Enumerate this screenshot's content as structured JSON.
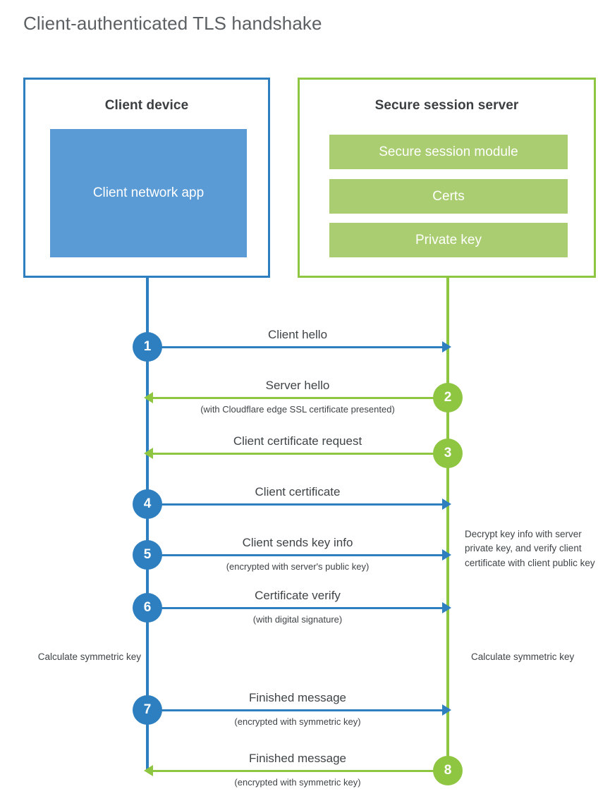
{
  "title": "Client-authenticated TLS handshake",
  "colors": {
    "blue": "#2e7fc0",
    "blue_fill": "#5b9bd5",
    "green": "#8ec641",
    "green_fill": "#a9cd70",
    "text": "#3f4447",
    "title_text": "#5c6063"
  },
  "client": {
    "box_title": "Client device",
    "app_label": "Client network app"
  },
  "server": {
    "box_title": "Secure session server",
    "modules": [
      {
        "label": "Secure session module"
      },
      {
        "label": "Certs"
      },
      {
        "label": "Private key"
      }
    ]
  },
  "steps": [
    {
      "number": "1",
      "side": "client",
      "direction": "right",
      "color": "blue",
      "label": "Client hello",
      "sublabel": ""
    },
    {
      "number": "2",
      "side": "server",
      "direction": "left",
      "color": "green",
      "label": "Server hello",
      "sublabel": "(with Cloudflare edge SSL certificate presented)"
    },
    {
      "number": "3",
      "side": "server",
      "direction": "left",
      "color": "green",
      "label": "Client certificate request",
      "sublabel": ""
    },
    {
      "number": "4",
      "side": "client",
      "direction": "right",
      "color": "blue",
      "label": "Client certificate",
      "sublabel": ""
    },
    {
      "number": "5",
      "side": "client",
      "direction": "right",
      "color": "blue",
      "label": "Client sends key info",
      "sublabel": "(encrypted with server's public key)"
    },
    {
      "number": "6",
      "side": "client",
      "direction": "right",
      "color": "blue",
      "label": "Certificate verify",
      "sublabel": "(with digital signature)"
    },
    {
      "number": "7",
      "side": "client",
      "direction": "right",
      "color": "blue",
      "label": "Finished message",
      "sublabel": "(encrypted with symmetric key)"
    },
    {
      "number": "8",
      "side": "server",
      "direction": "left",
      "color": "green",
      "label": "Finished message",
      "sublabel": "(encrypted with symmetric key)"
    }
  ],
  "notes": {
    "server_decrypt": "Decrypt key info with server private key, and verify client certificate with client public key",
    "client_calculate": "Calculate symmetric key",
    "server_calculate": "Calculate symmetric key"
  }
}
